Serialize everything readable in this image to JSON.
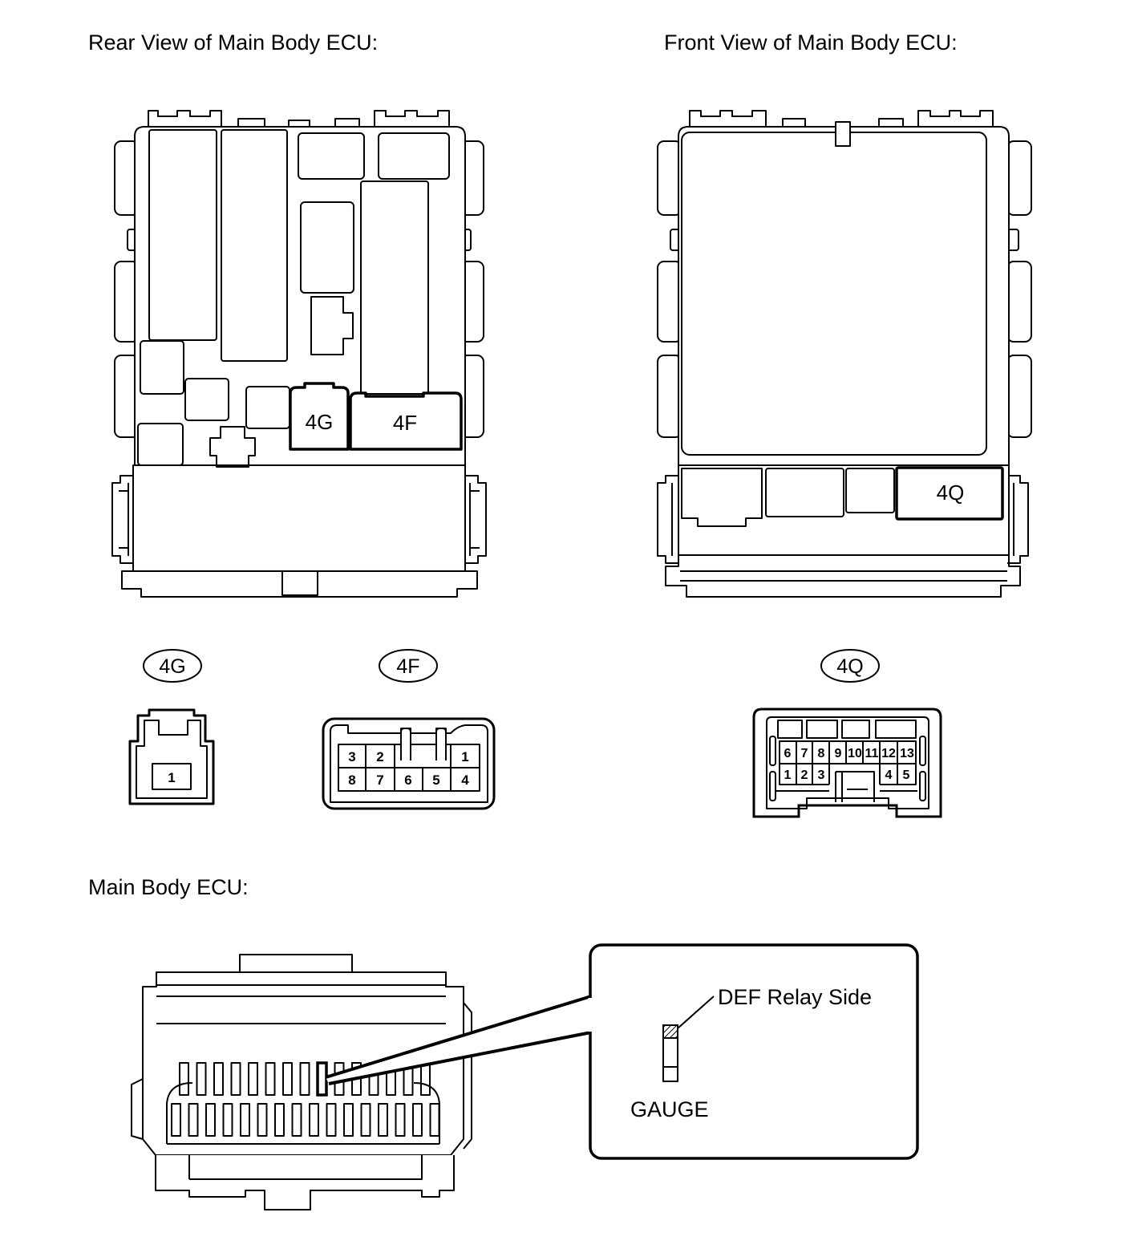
{
  "headings": {
    "rear_view": "Rear View of Main Body ECU:",
    "front_view": "Front View of Main Body ECU:",
    "main_body": "Main Body ECU:"
  },
  "rear_view": {
    "connector_4g": "4G",
    "connector_4f": "4F"
  },
  "front_view": {
    "connector_4q": "4Q"
  },
  "connectors": {
    "4g": {
      "label": "4G",
      "pins": [
        "1"
      ]
    },
    "4f": {
      "label": "4F",
      "top_row": [
        "3",
        "2",
        "1"
      ],
      "bottom_row": [
        "8",
        "7",
        "6",
        "5",
        "4"
      ]
    },
    "4q": {
      "label": "4Q",
      "top_row": [
        "6",
        "7",
        "8",
        "9",
        "10",
        "11",
        "12",
        "13"
      ],
      "bottom_left": [
        "1",
        "2",
        "3"
      ],
      "bottom_right": [
        "4",
        "5"
      ]
    }
  },
  "callout": {
    "relay_side": "DEF Relay Side",
    "gauge": "GAUGE"
  }
}
